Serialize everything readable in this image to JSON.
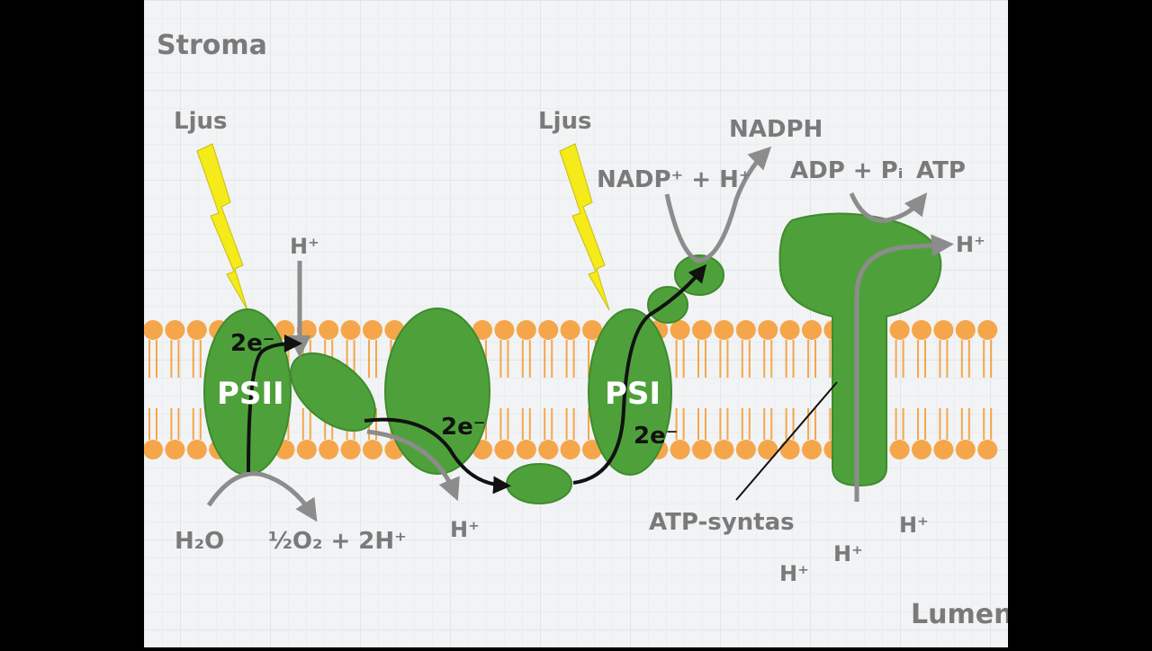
{
  "regions": {
    "top": "Stroma",
    "bottom": "Lumen"
  },
  "light": {
    "left": "Ljus",
    "right": "Ljus"
  },
  "complexes": {
    "psii": "PSII",
    "psi": "PSI",
    "atp_synthase": "ATP-syntas"
  },
  "electrons": {
    "psii": "2e⁻",
    "cytochrome": "2e⁻",
    "psi": "2e⁻"
  },
  "reactions": {
    "water_in": "H₂O",
    "water_out": "½O₂ + 2H⁺",
    "proton_stroma_psii": "H⁺",
    "proton_lumen_cyt": "H⁺",
    "nadp_in": "NADP⁺ + H⁺",
    "nadph_out": "NADPH",
    "adp_in": "ADP + Pᵢ",
    "atp_out": "ATP",
    "proton_out_synthase": "H⁺"
  },
  "lumen_protons": [
    "H⁺",
    "H⁺",
    "H⁺"
  ],
  "colors": {
    "background": "#f1f3f4",
    "grid": "#dfe6ec",
    "membrane_head": "#f5a64a",
    "membrane_tail": "#f5a64a",
    "protein": "#4ea13a",
    "protein_edge": "#3f8a2d",
    "lightning": "#f5ea1a",
    "arrow_grey": "#8c8c8c",
    "electron_path": "#111111",
    "label_grey": "#7a7a7a"
  },
  "icons": [
    "lightning-bolt-icon",
    "arrow-icon"
  ]
}
